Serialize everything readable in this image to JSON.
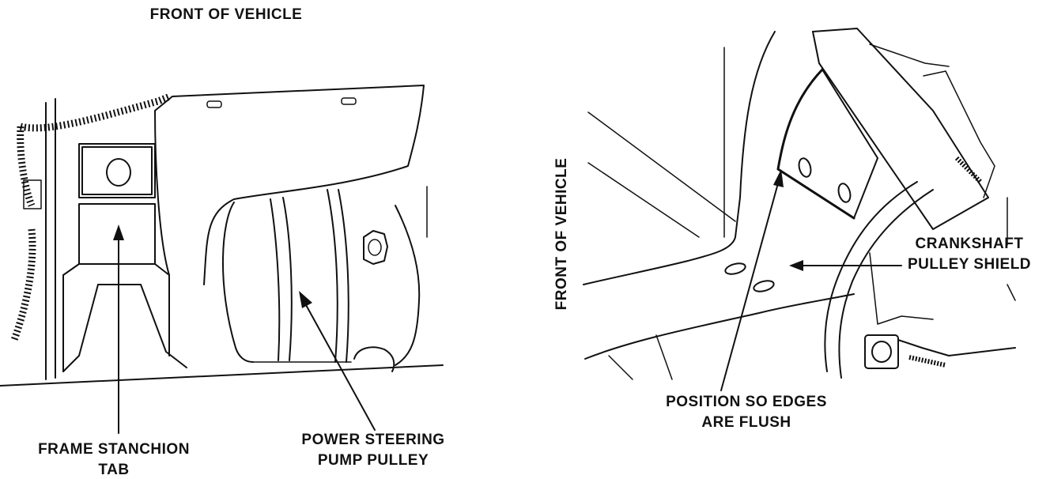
{
  "left_figure": {
    "title": "FRONT OF VEHICLE",
    "labels": {
      "frame_stanchion_line1": "FRAME STANCHION",
      "frame_stanchion_line2": "TAB",
      "pump_pulley_line1": "POWER STEERING",
      "pump_pulley_line2": "PUMP PULLEY"
    }
  },
  "right_figure": {
    "side_title": "FRONT OF VEHICLE",
    "labels": {
      "shield_line1": "CRANKSHAFT",
      "shield_line2": "PULLEY SHIELD",
      "flush_line1": "POSITION SO EDGES",
      "flush_line2": "ARE FLUSH"
    }
  },
  "colors": {
    "ink": "#111111",
    "paper": "#ffffff"
  }
}
